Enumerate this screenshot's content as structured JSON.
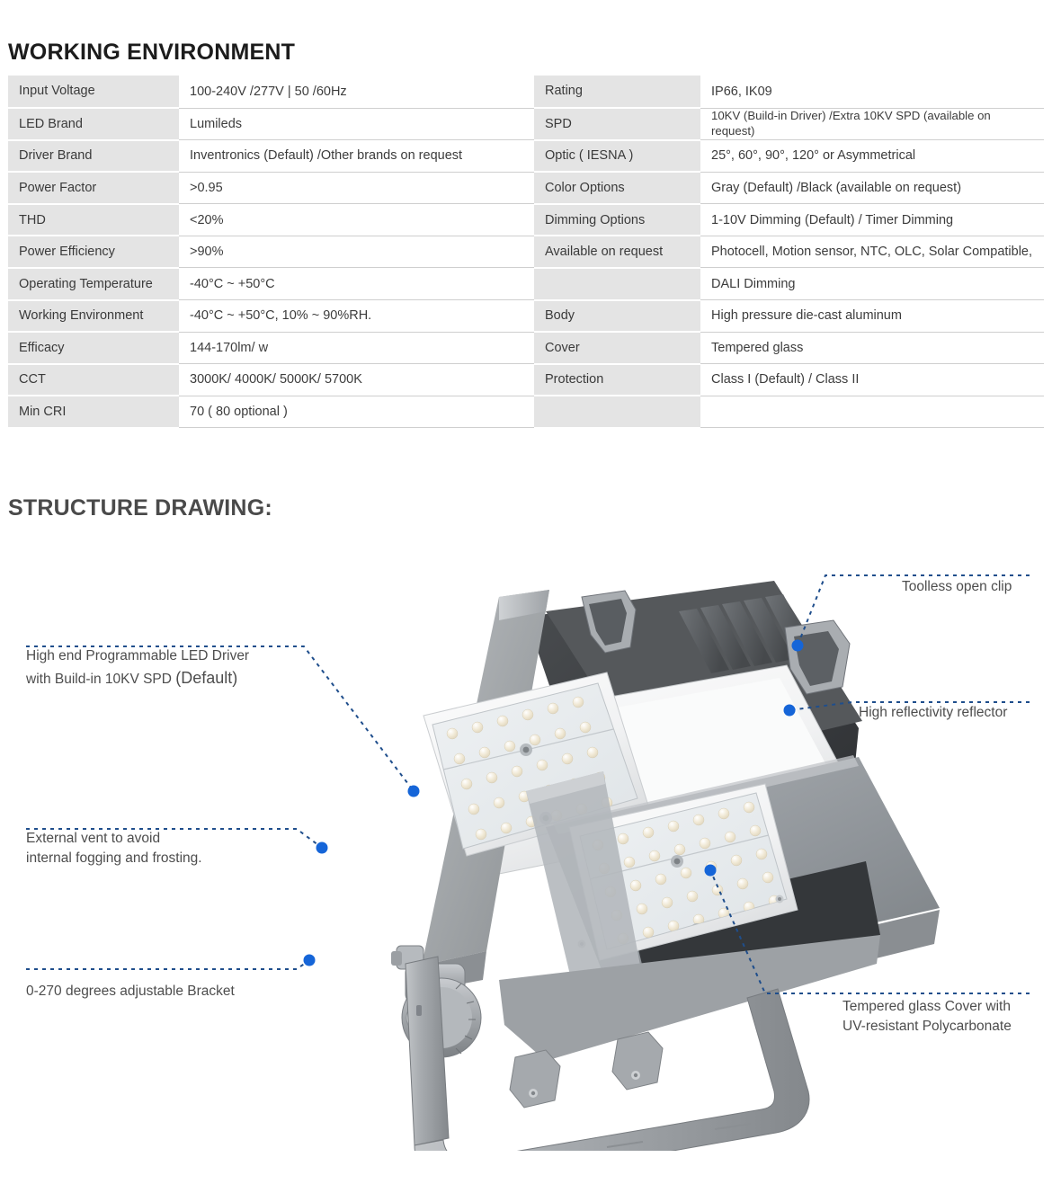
{
  "sections": {
    "working_environment_title": "WORKING ENVIRONMENT",
    "structure_drawing_title": "STRUCTURE DRAWING:"
  },
  "spec_table": {
    "rows": [
      {
        "left_label": "Input Voltage",
        "left_value": "100-240V /277V | 50 /60Hz",
        "right_label": "Rating",
        "right_value": "IP66, IK09"
      },
      {
        "left_label": "LED Brand",
        "left_value": "Lumileds",
        "right_label": "SPD",
        "right_value": "10KV (Build-in Driver) /Extra 10KV SPD (available on request)"
      },
      {
        "left_label": "Driver Brand",
        "left_value": "Inventronics (Default)  /Other brands on request",
        "right_label": "Optic ( IESNA )",
        "right_value": "25°, 60°, 90°, 120° or Asymmetrical"
      },
      {
        "left_label": "Power Factor",
        "left_value": ">0.95",
        "right_label": "Color Options",
        "right_value": "Gray (Default) /Black (available on request)"
      },
      {
        "left_label": "THD",
        "left_value": "<20%",
        "right_label": "Dimming Options",
        "right_value": "1-10V Dimming (Default) / Timer Dimming"
      },
      {
        "left_label": "Power Efficiency",
        "left_value": ">90%",
        "right_label": "Available on request",
        "right_value": "Photocell, Motion sensor, NTC, OLC, Solar Compatible,"
      },
      {
        "left_label": "Operating Temperature",
        "left_value": "-40°C ~ +50°C",
        "right_label": "",
        "right_value": "DALI Dimming"
      },
      {
        "left_label": "Working Environment",
        "left_value": "-40°C ~ +50°C, 10% ~ 90%RH.",
        "right_label": "Body",
        "right_value": "High pressure die-cast aluminum"
      },
      {
        "left_label": "Efficacy",
        "left_value": "144-170lm/ w",
        "right_label": "Cover",
        "right_value": "Tempered glass"
      },
      {
        "left_label": "CCT",
        "left_value": "3000K/ 4000K/ 5000K/ 5700K",
        "right_label": "Protection",
        "right_value": "Class I (Default) / Class II"
      },
      {
        "left_label": "Min CRI",
        "left_value": "70 ( 80 optional )",
        "right_label": "",
        "right_value": ""
      }
    ]
  },
  "callouts": {
    "driver": {
      "line1": "High end Programmable LED Driver",
      "line2_a": "with Build-in 10KV SPD ",
      "line2_b": "(Default)"
    },
    "vent": {
      "line1": "External vent to avoid",
      "line2": "internal fogging and frosting."
    },
    "bracket": {
      "line1": "0-270 degrees adjustable Bracket"
    },
    "clip": {
      "line1": "Toolless open clip"
    },
    "reflector": {
      "line1": "High reflectivity reflector"
    },
    "cover": {
      "line1": "Tempered glass Cover with",
      "line2": "UV-resistant Polycarbonate"
    }
  },
  "colors": {
    "callout_line": "#1f4e8c",
    "callout_dot": "#1565d8",
    "table_label_bg": "#e4e4e4",
    "heading_dark": "#1c1c1c",
    "heading_gray": "#4a4a4a",
    "body_gray": "#4d4d4d"
  },
  "product": {
    "name": "LED flood light",
    "parts": [
      "housing",
      "heat-sink-fins",
      "toolless-clip",
      "led-module",
      "reflector",
      "tempered-glass-cover",
      "knuckle-joint",
      "u-bracket",
      "external-vent"
    ]
  }
}
